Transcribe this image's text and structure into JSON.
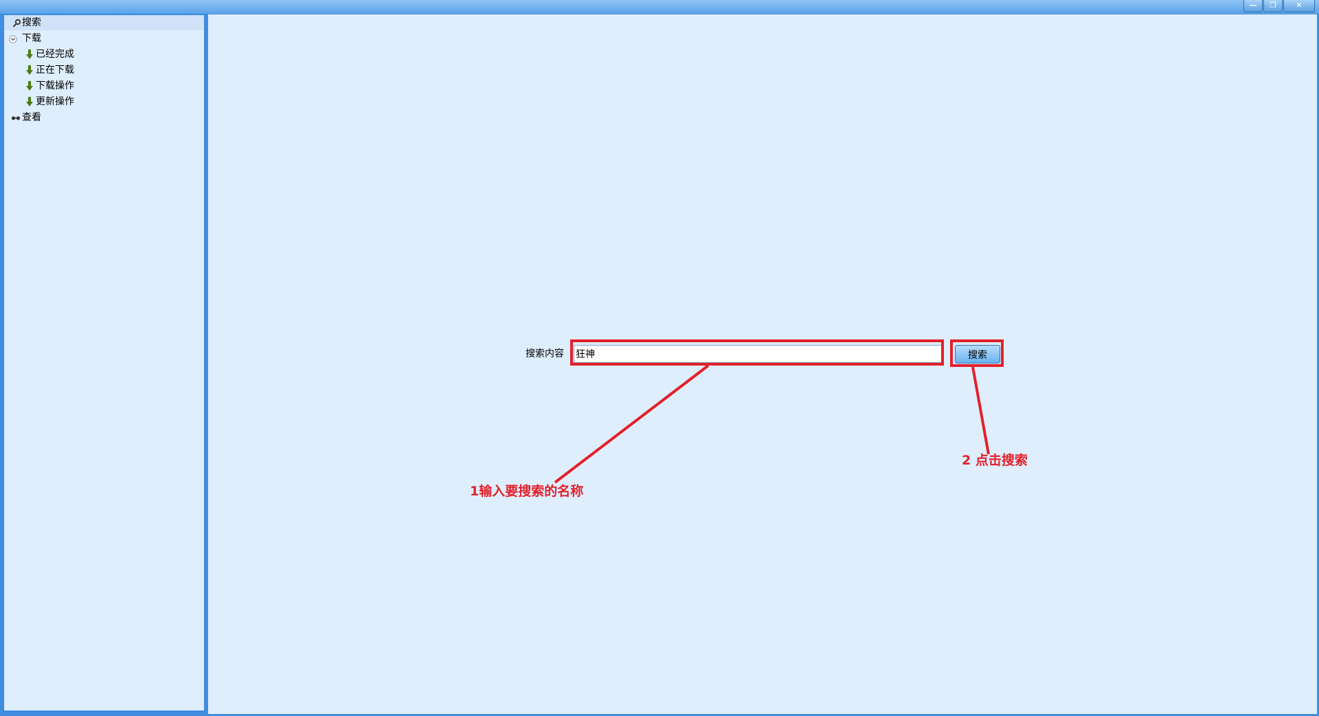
{
  "window": {
    "controls": {
      "minimize": "—",
      "restore": "❐",
      "close": "✕"
    }
  },
  "nav": {
    "items": [
      {
        "label": "搜索",
        "icon": "search-icon"
      },
      {
        "label": "下载",
        "icon": "chevron-down-icon"
      },
      {
        "label": "已经完成",
        "icon": "download-arrow-icon"
      },
      {
        "label": "正在下载",
        "icon": "download-arrow-icon"
      },
      {
        "label": "下载操作",
        "icon": "download-arrow-icon"
      },
      {
        "label": "更新操作",
        "icon": "download-arrow-icon"
      },
      {
        "label": "查看",
        "icon": "view-icon"
      }
    ]
  },
  "search": {
    "label": "搜索内容",
    "value": "狂神",
    "button_label": "搜索"
  },
  "annotations": {
    "step1": "1输入要搜索的名称",
    "step2": "2 点击搜索",
    "color": "#e3202a"
  },
  "colors": {
    "panel_bg": "#dfeefd",
    "border": "#3a8ae0"
  }
}
